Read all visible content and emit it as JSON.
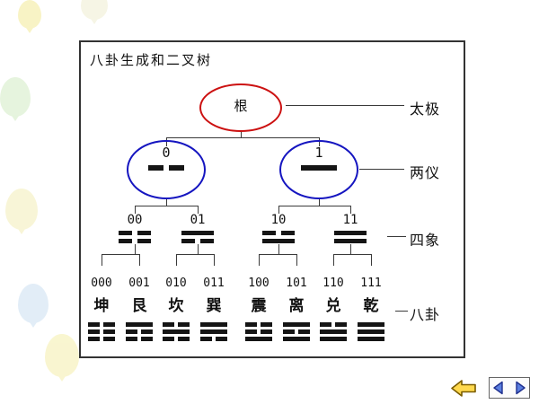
{
  "slide": {
    "title": "八卦生成和二叉树",
    "tree": {
      "root": {
        "label": "根"
      },
      "level2": [
        {
          "code": "0"
        },
        {
          "code": "1"
        }
      ],
      "level3": [
        {
          "code": "00"
        },
        {
          "code": "01"
        },
        {
          "code": "10"
        },
        {
          "code": "11"
        }
      ],
      "level4": [
        {
          "code": "000",
          "name": "坤"
        },
        {
          "code": "001",
          "name": "艮"
        },
        {
          "code": "010",
          "name": "坎"
        },
        {
          "code": "011",
          "name": "巽"
        },
        {
          "code": "100",
          "name": "震"
        },
        {
          "code": "101",
          "name": "离"
        },
        {
          "code": "110",
          "name": "兑"
        },
        {
          "code": "111",
          "name": "乾"
        }
      ]
    },
    "annotations": {
      "taiji": "太极",
      "liangyi": "两仪",
      "sixiang": "四象",
      "bagua": "八卦"
    },
    "colors": {
      "root_circle": "#cc1111",
      "pair_circle": "#1515c0",
      "line": "#3a3a3a",
      "back_arrow": "#ffd94e",
      "nav_triangle": "#5b7fe0"
    }
  },
  "nav": {
    "icons": {
      "back": "back-arrow-icon",
      "prev": "prev-slide-icon",
      "next": "next-slide-icon"
    }
  }
}
